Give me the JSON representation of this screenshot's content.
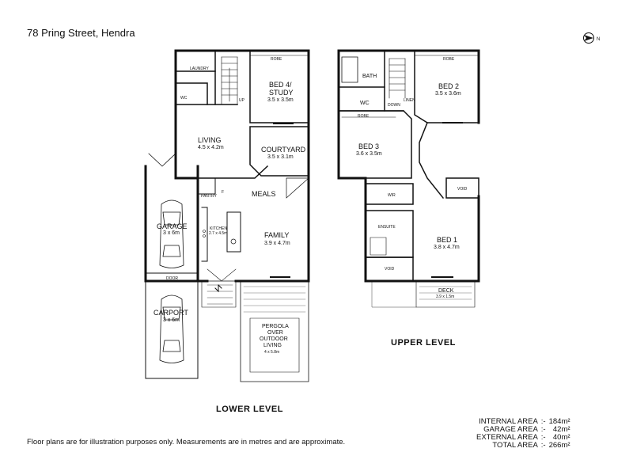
{
  "address": "78 Pring Street, Hendra",
  "compass_icon": "north-arrow-icon",
  "levels": {
    "lower": "LOWER LEVEL",
    "upper": "UPPER LEVEL"
  },
  "lower_rooms": {
    "laundry": "LAUNDRY",
    "robe": "ROBE",
    "wc": "WC",
    "up": "UP",
    "bed4_name": "BED 4/",
    "bed4_name2": "STUDY",
    "bed4_dim": "3.5 x 3.5m",
    "living_name": "LIVING",
    "living_dim": "4.5 x 4.2m",
    "courtyard_name": "COURTYARD",
    "courtyard_dim": "3.5 x 3.1m",
    "meals": "MEALS",
    "pantry": "PANTRY",
    "fridge": "F",
    "kitchen_name": "KITCHEN",
    "kitchen_dim": "2.7 x 4.5m",
    "family_name": "FAMILY",
    "family_dim": "3.9 x 4.7m",
    "garage_name": "GARAGE",
    "garage_dim": "3 x 6m",
    "door": "DOOR",
    "carport_name": "CARPORT",
    "carport_dim": "3 x 6m",
    "pergola_l1": "PERGOLA",
    "pergola_l2": "OVER",
    "pergola_l3": "OUTDOOR",
    "pergola_l4": "LIVING",
    "pergola_dim": "4 x 5.8m"
  },
  "upper_rooms": {
    "bath": "BATH",
    "wc": "WC",
    "down": "DOWN",
    "linen": "LINEN",
    "robe": "ROBE",
    "bed2_name": "BED 2",
    "bed2_dim": "3.5 x 3.6m",
    "bed3_name": "BED 3",
    "bed3_dim": "3.6 x 3.5m",
    "robe3": "ROBE",
    "wir": "WIR",
    "void1": "VOID",
    "ensuite": "ENSUITE",
    "bed1_name": "BED 1",
    "bed1_dim": "3.8 x 4.7m",
    "void2": "VOID",
    "deck_name": "DECK",
    "deck_dim": "3.9 x 1.5m"
  },
  "areas": [
    {
      "label": "INTERNAL AREA",
      "sep": ":-",
      "value": "184m²"
    },
    {
      "label": "GARAGE AREA",
      "sep": ":-",
      "value": "42m²"
    },
    {
      "label": "EXTERNAL AREA",
      "sep": ":-",
      "value": "40m²"
    },
    {
      "label": "TOTAL AREA",
      "sep": ":-",
      "value": "266m²"
    }
  ],
  "disclaimer": "Floor plans are for illustration purposes only. Measurements are in metres and are approximate."
}
